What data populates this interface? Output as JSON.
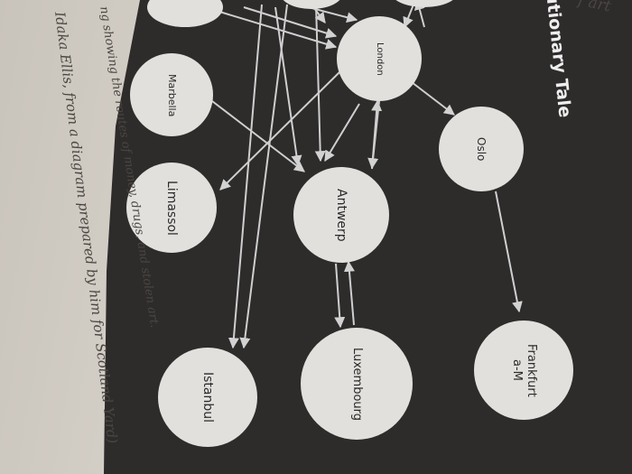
{
  "diagram": {
    "title": "utionary Tale",
    "caption_lines": [
      "ng showing the routes of money, drugs, and stolen art.",
      "Idaka Ellis, from a diagram prepared by him for Scotland Yard)",
      ""
    ],
    "corner_text": "f art",
    "nodes": [
      {
        "id": "london",
        "label": "London"
      },
      {
        "id": "marbella",
        "label": "Marbella"
      },
      {
        "id": "oslo",
        "label": "Oslo"
      },
      {
        "id": "limassol",
        "label": "Limassol"
      },
      {
        "id": "antwerp",
        "label": "Antwerp"
      },
      {
        "id": "frankfurt",
        "label": "Frankfurt\na-M"
      },
      {
        "id": "istanbul",
        "label": "Istanbul"
      },
      {
        "id": "luxembourg",
        "label": "Luxembourg"
      }
    ],
    "colors": {
      "plate": "#2e2b2b",
      "node": "#e2e0dd",
      "arrow": "#cfcfcf",
      "text": "#2b2b2b"
    }
  }
}
